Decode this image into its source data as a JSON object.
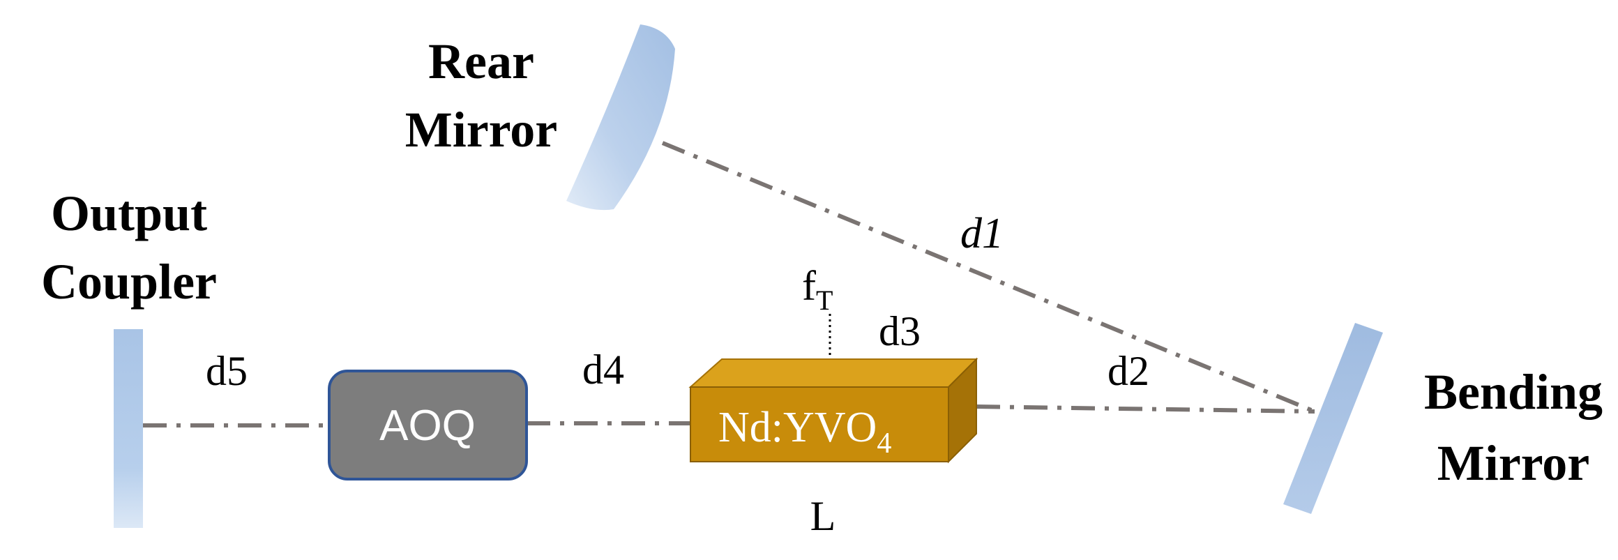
{
  "labels": {
    "rear_mirror_line1": "Rear",
    "rear_mirror_line2": "Mirror",
    "output_coupler_line1": "Output",
    "output_coupler_line2": "Coupler",
    "bending_mirror_line1": "Bending",
    "bending_mirror_line2": "Mirror"
  },
  "distances": {
    "d1": "d1",
    "d2": "d2",
    "d3": "d3",
    "d4": "d4",
    "d5": "d5",
    "crystal_length": "L",
    "thermal_lens_main": "f",
    "thermal_lens_sub": "T"
  },
  "components": {
    "aoq": "AOQ",
    "crystal_main": "Nd:YVO",
    "crystal_sub": "4"
  },
  "colors": {
    "mirror": "#a9c4e6",
    "aoq_fill": "#7d7d7d",
    "aoq_border": "#2f5597",
    "crystal_front": "#c88c0a",
    "crystal_top": "#dba21c",
    "crystal_side": "#a57207",
    "beam": "#7a7472"
  }
}
